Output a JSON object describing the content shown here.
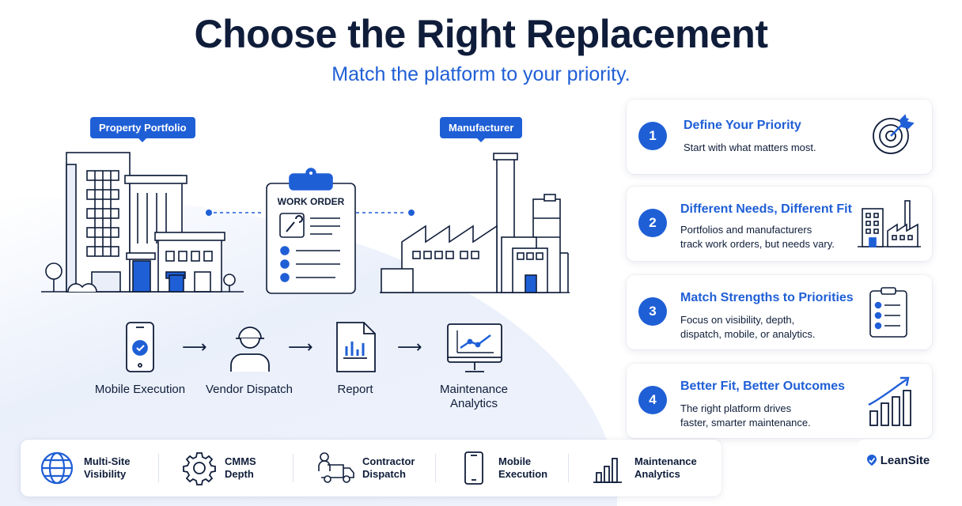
{
  "header": {
    "title": "Choose the Right Replacement",
    "subtitle": "Match the platform to your priority."
  },
  "scene": {
    "left_tag": "Property Portfolio",
    "right_tag": "Manufacturer",
    "clipboard_label": "WORK ORDER"
  },
  "flow": [
    {
      "label": "Mobile Execution",
      "icon": "mobile-check-icon"
    },
    {
      "label": "Vendor Dispatch",
      "icon": "vendor-person-icon"
    },
    {
      "label": "Report",
      "icon": "report-document-icon"
    },
    {
      "label": "Maintenance Analytics",
      "icon": "analytics-monitor-icon"
    }
  ],
  "steps": [
    {
      "number": "1",
      "title": "Define Your Priority",
      "desc_line1": "Start with what matters most.",
      "desc_line2": "",
      "icon": "target-icon"
    },
    {
      "number": "2",
      "title": "Different Needs, Different Fit",
      "desc_line1": "Portfolios and manufacturers",
      "desc_line2": "track work orders, but needs vary.",
      "icon": "building-factory-icon"
    },
    {
      "number": "3",
      "title": "Match Strengths to Priorities",
      "desc_line1": "Focus on visibility, depth,",
      "desc_line2": "dispatch, mobile, or analytics.",
      "icon": "checklist-icon"
    },
    {
      "number": "4",
      "title": "Better Fit, Better Outcomes",
      "desc_line1": "The right platform drives",
      "desc_line2": "faster, smarter maintenance.",
      "icon": "growth-chart-icon"
    }
  ],
  "bottom_bar": [
    {
      "line1": "Multi-Site",
      "line2": "Visibility",
      "icon": "globe-icon"
    },
    {
      "line1": "CMMS",
      "line2": "Depth",
      "icon": "gear-icon"
    },
    {
      "line1": "Contractor",
      "line2": "Dispatch",
      "icon": "delivery-truck-icon"
    },
    {
      "line1": "Mobile",
      "line2": "Execution",
      "icon": "mobile-icon"
    },
    {
      "line1": "Maintenance",
      "line2": "Analytics",
      "icon": "bar-chart-icon"
    }
  ],
  "brand": {
    "name": "LeanSite"
  },
  "colors": {
    "accent": "#1f5fd6",
    "ink": "#0f1d3a"
  }
}
